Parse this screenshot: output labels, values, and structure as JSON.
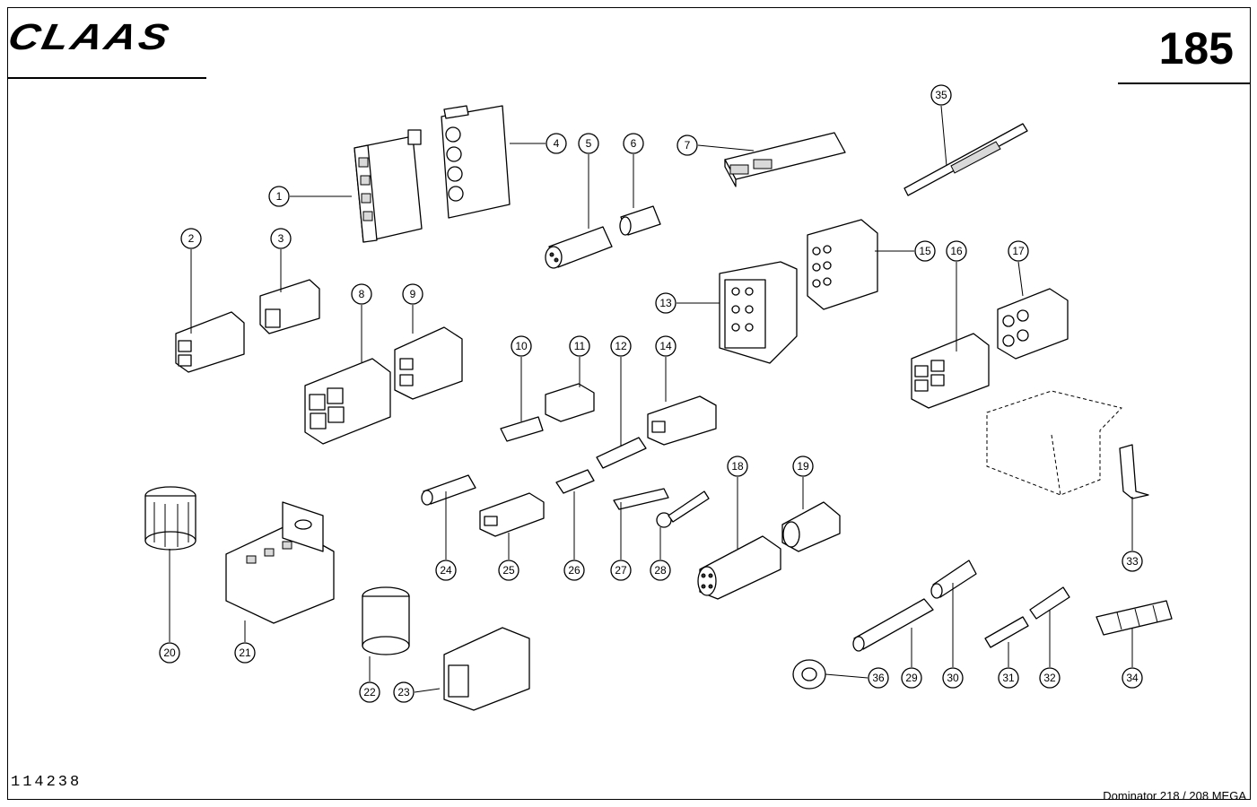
{
  "header": {
    "logo_text": "CLAAS",
    "page_number": "185"
  },
  "footer": {
    "document_number": "114238",
    "model": "Dominator 218 / 208 MEGA"
  },
  "callouts": [
    "1",
    "2",
    "3",
    "4",
    "5",
    "6",
    "7",
    "8",
    "9",
    "10",
    "11",
    "12",
    "13",
    "14",
    "15",
    "16",
    "17",
    "18",
    "19",
    "20",
    "21",
    "22",
    "23",
    "24",
    "25",
    "26",
    "27",
    "28",
    "29",
    "30",
    "31",
    "32",
    "33",
    "34",
    "35",
    "36"
  ]
}
